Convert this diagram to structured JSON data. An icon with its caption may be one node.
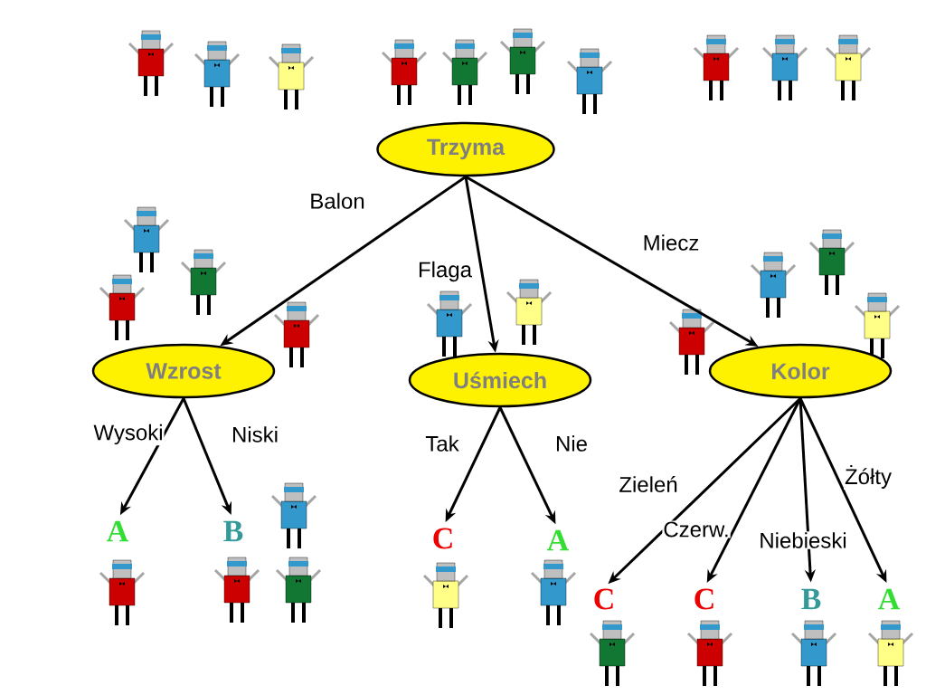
{
  "diagram": {
    "nodes": [
      {
        "text": [
          "Trzyma"
        ]
      },
      {
        "text": [
          "Wzrost"
        ]
      },
      {
        "text": [
          "Uśmiech"
        ]
      },
      {
        "text": [
          "Kolor"
        ]
      },
      {
        "text": [
          "A"
        ]
      },
      {
        "text": [
          "B"
        ]
      },
      {
        "text": [
          "C"
        ]
      },
      {
        "text": [
          "A"
        ]
      },
      {
        "text": [
          "C"
        ]
      },
      {
        "text": [
          "C"
        ]
      },
      {
        "text": [
          "B"
        ]
      },
      {
        "text": [
          "A"
        ]
      }
    ],
    "edges": [
      {
        "from": 0,
        "to": 1,
        "arrow": "to",
        "label": "Balon"
      },
      {
        "from": 0,
        "to": 2,
        "arrow": "to",
        "label": "Flaga"
      },
      {
        "from": 0,
        "to": 3,
        "arrow": "to",
        "label": "Miecz"
      },
      {
        "from": 1,
        "to": 4,
        "arrow": "to",
        "label": "Wysoki"
      },
      {
        "from": 1,
        "to": 5,
        "arrow": "to",
        "label": "Niski"
      },
      {
        "from": 2,
        "to": 6,
        "arrow": "to",
        "label": "Tak"
      },
      {
        "from": 2,
        "to": 7,
        "arrow": "to",
        "label": "Nie"
      },
      {
        "from": 3,
        "to": 8,
        "arrow": "to",
        "label": "Zieleń"
      },
      {
        "from": 3,
        "to": 9,
        "arrow": "to",
        "label": "Czerw."
      },
      {
        "from": 3,
        "to": 10,
        "arrow": "to",
        "label": "Niebieski"
      },
      {
        "from": 3,
        "to": 11,
        "arrow": "to",
        "label": "Żółty"
      }
    ]
  }
}
